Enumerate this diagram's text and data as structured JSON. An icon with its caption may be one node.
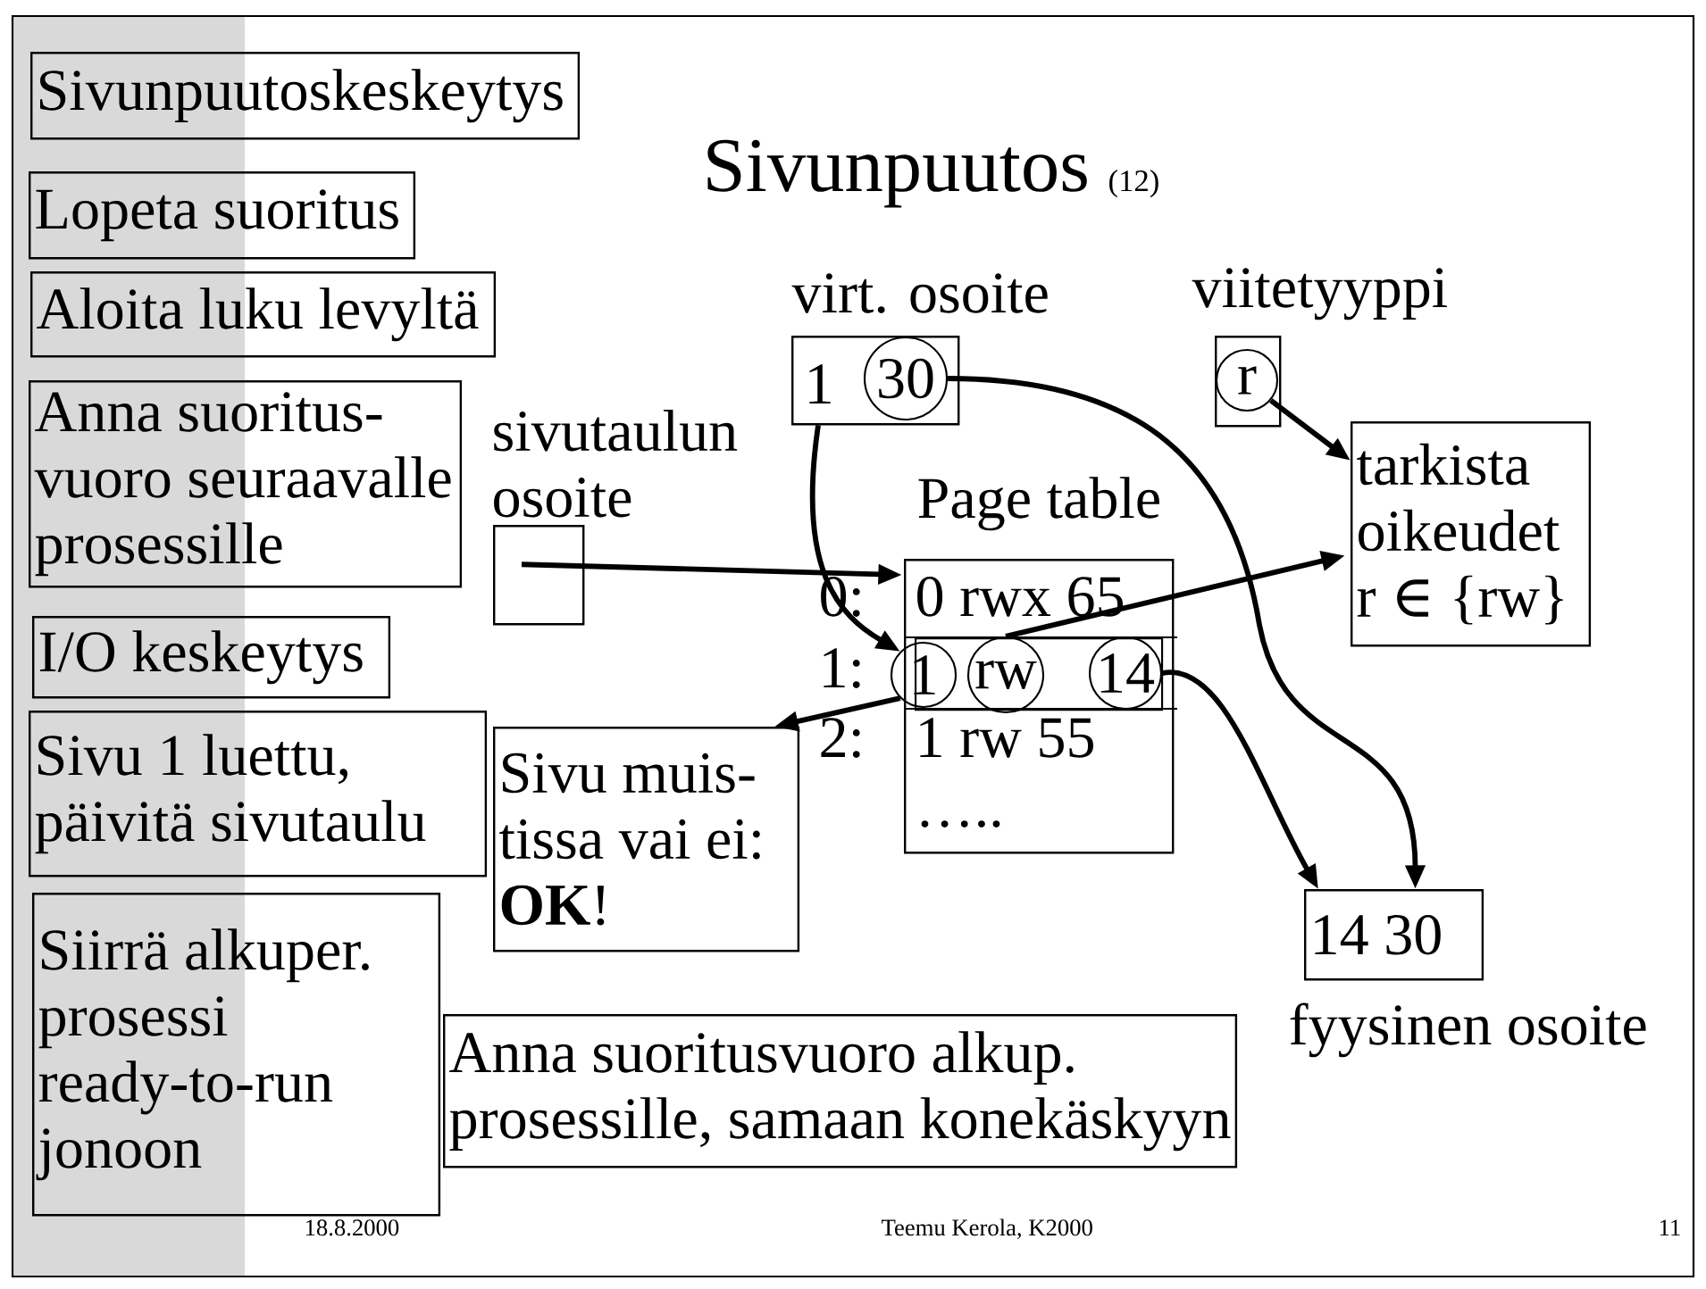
{
  "diagram": {
    "title": "Sivunpuutos",
    "nodes": [
      {
        "text": [
          "Sivunpuutoskeskeytys"
        ]
      },
      {
        "text": [
          "Lopeta suoritus"
        ]
      },
      {
        "text": [
          "Aloita luku levyltä"
        ]
      },
      {
        "text": [
          "Anna suoritus- vuoro seuraavalle prosessille"
        ]
      },
      {
        "text": [
          "I/O keskeytys"
        ]
      },
      {
        "text": [
          "Sivu 1 luettu, päivitä sivutaulu"
        ]
      },
      {
        "text": [
          "Siirrä alkuper. prosessi ready-to-run jonoon"
        ]
      },
      {
        "text": [
          "virt. osoite",
          "1"
        ]
      },
      {
        "text": [
          "30"
        ],
        "in": 7
      },
      {
        "text": [
          "viitetyyppi"
        ]
      },
      {
        "text": [
          "r"
        ],
        "in": 9
      },
      {
        "text": [
          "sivutaulun osoite"
        ]
      },
      {
        "text": [
          "Page table",
          "0 rwx 65",
          "1 rw 55",
          "….."
        ]
      },
      {
        "text": [],
        "shape": "box",
        "in": 12
      },
      {
        "text": [
          "1"
        ]
      },
      {
        "text": [
          "rw"
        ],
        "in": 13
      },
      {
        "text": [
          "14"
        ],
        "in": 13
      },
      {
        "text": [
          "tarkista oikeudet r ∈ {rw}"
        ]
      },
      {
        "text": [
          "Sivu muis- tissa vai ei: **OK**!"
        ]
      },
      {
        "text": [
          "14 30"
        ],
        "beside": [
          "fyysinen osoite"
        ]
      },
      {
        "text": [
          "Anna suoritusvuoro alkup. prosessille, samaan konekäskyyn"
        ]
      }
    ],
    "edges": [
      {
        "from": 7,
        "to": 14,
        "arrow": "to"
      },
      {
        "from": 8,
        "to": 19,
        "arrow": "to"
      },
      {
        "from": 10,
        "to": 17,
        "arrow": "to"
      },
      {
        "from": 11,
        "to": 12,
        "arrow": "to"
      },
      {
        "from": 15,
        "to": 17,
        "arrow": "to"
      },
      {
        "from": 14,
        "to": 18,
        "arrow": "to"
      },
      {
        "from": 16,
        "to": 19,
        "arrow": "to"
      }
    ],
    "labels": [
      "(12)",
      "0:",
      "1:",
      "2:",
      "18.8.2000",
      "Teemu Kerola, K2000",
      "11"
    ]
  }
}
